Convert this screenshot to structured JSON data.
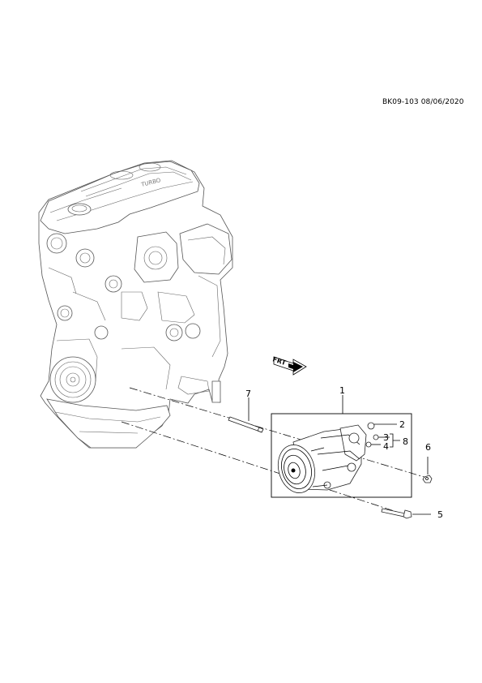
{
  "document": {
    "code": "BK09-103 08/06/2020"
  },
  "engine_cover_text": "TURBO",
  "frt_marker": "FRT",
  "callouts": [
    {
      "id": "1",
      "label": "1"
    },
    {
      "id": "2",
      "label": "2"
    },
    {
      "id": "3",
      "label": "3"
    },
    {
      "id": "4",
      "label": "4"
    },
    {
      "id": "5",
      "label": "5"
    },
    {
      "id": "6",
      "label": "6"
    },
    {
      "id": "7",
      "label": "7"
    },
    {
      "id": "8",
      "label": "8"
    }
  ]
}
